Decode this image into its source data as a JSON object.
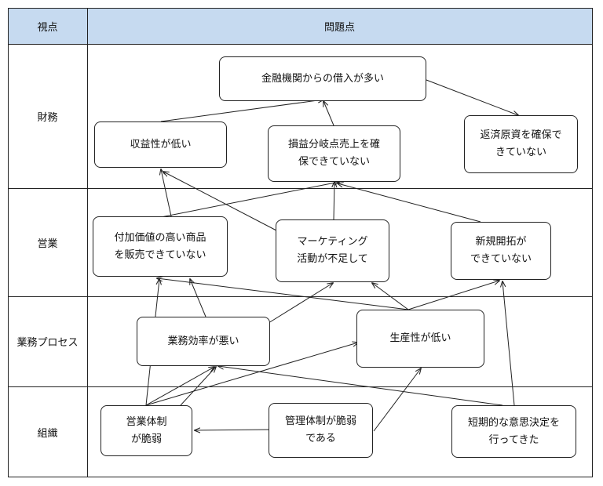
{
  "header": {
    "col1": "視点",
    "col2": "問題点"
  },
  "rows": {
    "finance": "財務",
    "sales": "営業",
    "process": "業務プロセス",
    "org": "組織"
  },
  "boxes": {
    "borrowing": [
      "金融機関からの借入が多い"
    ],
    "low_profit": [
      "収益性が低い"
    ],
    "breakeven": [
      "損益分岐点売上を確",
      "保できていない"
    ],
    "repayment": [
      "返済原資を確保で",
      "きていない"
    ],
    "high_value": [
      "付加価値の高い商品",
      "を販売できていない"
    ],
    "marketing": [
      "マーケティング",
      "活動が不足して"
    ],
    "new_sales": [
      "新規開拓が",
      "できていない"
    ],
    "efficiency": [
      "業務効率が悪い"
    ],
    "productivity": [
      "生産性が低い"
    ],
    "sales_org": [
      "営業体制",
      "が脆弱"
    ],
    "mgmt_org": [
      "管理体制が脆弱",
      "である"
    ],
    "shortterm": [
      "短期的な意思決定を",
      "行ってきた"
    ]
  }
}
